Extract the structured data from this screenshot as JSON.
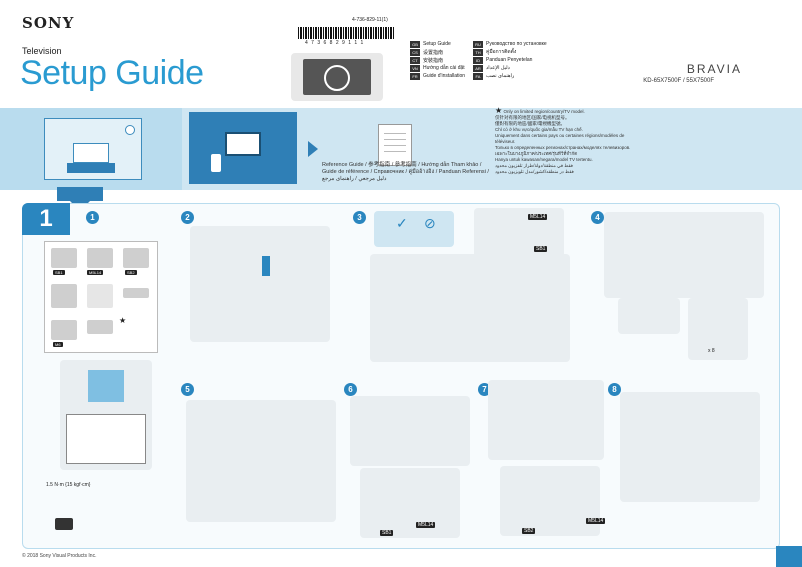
{
  "header": {
    "brand": "SONY",
    "category": "Television",
    "title": "Setup Guide",
    "doc_number": "4-736-829-11(1)",
    "barcode_number": "4 7 3 6 8 2 9 1 1 1",
    "product_line": "BRAVIA",
    "models": "KD-65X7500F / 55X7500F"
  },
  "languages": {
    "left": [
      {
        "code": "GB",
        "name": "Setup Guide"
      },
      {
        "code": "CS",
        "name": "设置指南"
      },
      {
        "code": "CT",
        "name": "安裝指南"
      },
      {
        "code": "VN",
        "name": "Hướng dẫn cài đặt"
      },
      {
        "code": "FR",
        "name": "Guide d'installation"
      }
    ],
    "right": [
      {
        "code": "RU",
        "name": "Руководство по установке"
      },
      {
        "code": "TH",
        "name": "คู่มือการติดตั้ง"
      },
      {
        "code": "ID",
        "name": "Panduan Penyetelan"
      },
      {
        "code": "AR",
        "name": "دليل الإعداد"
      },
      {
        "code": "FA",
        "name": "راهنمای نصب"
      }
    ]
  },
  "reference": {
    "text": "Reference Guide / 参考指南 / 參考指南 / Hướng dẫn Tham khảo / Guide de référence / Справочник / คู่มืออ้างอิง / Panduan Referensi / دليل مرجعي / راهنمای مرجع"
  },
  "notes": [
    "Only on limited region/country/TV model.",
    "仅针对有限的地区/国家/电视机型号。",
    "僅對有限的地區/國家/電視機型號。",
    "Chỉ có ở khu vực/quốc gia/mẫu TV hạn chế.",
    "Uniquement dans certains pays ou certaines régions/modèles de téléviseur.",
    "Только в определенных регионах/странах/моделях телевизоров.",
    "เฉพาะในบางภูมิภาค/ประเทศ/รุ่นทีวีที่จำกัด",
    "Hanya untuk kawasan/negara/model TV tertentu.",
    "فقط في منطقة/دولة/طراز تلفزيون محدود",
    "فقط در منطقه/کشور/مدل تلویزیون محدود"
  ],
  "parts": {
    "labels": [
      "SB1",
      "M5L14",
      "SB2",
      "M6",
      "★"
    ],
    "extra_star": "★"
  },
  "steps": {
    "big": "1",
    "numbers": [
      "1",
      "2",
      "3",
      "4",
      "5",
      "6",
      "7",
      "8"
    ],
    "callouts": [
      "M5L14",
      "SB1",
      "SB2"
    ]
  },
  "torque": {
    "text": "1.5 N·m {15 kgf·cm}"
  },
  "footer": {
    "copyright": "© 2018 Sony Visual Products Inc.",
    "screw_count": "x 8"
  },
  "colors": {
    "accent": "#2a9bd1",
    "band": "#cfe6f2",
    "dark_blue": "#2f7fb6"
  }
}
